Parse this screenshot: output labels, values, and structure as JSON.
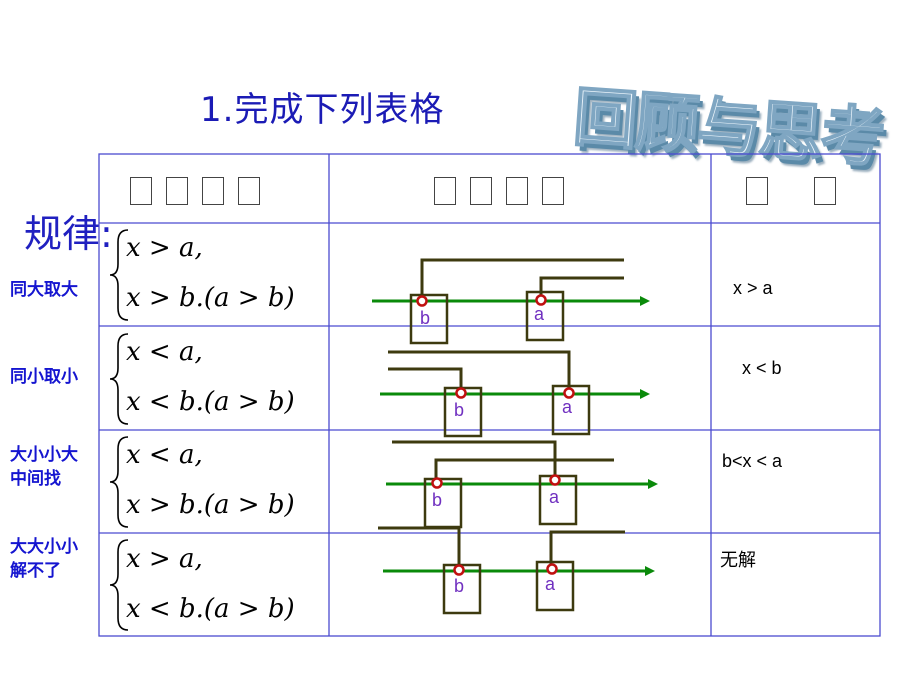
{
  "title": "1.完成下列表格",
  "wordart": "回顾与思考",
  "rule": "规律:",
  "header_boxes": {
    "col1": 4,
    "col2": 4,
    "col3": 2
  },
  "rows": [
    {
      "label": "同大取大",
      "ineq1": "x > a,",
      "ineq2": "x > b.(a > b)",
      "answer": "x > a"
    },
    {
      "label": "同小取小",
      "ineq1": "x < a,",
      "ineq2": "x < b.(a > b)",
      "answer": "x < b"
    },
    {
      "label_line1": "大小小大",
      "label_line2": "中间找",
      "ineq1": "x < a,",
      "ineq2": "x > b.(a > b)",
      "answer": "b<x < a"
    },
    {
      "label_line1": "大大小小",
      "label_line2": "解不了",
      "ineq1": "x > a,",
      "ineq2": "x < b.(a > b)",
      "answer": "无解"
    }
  ],
  "point_b": "b",
  "point_a": "a",
  "colors": {
    "grid": "#4b4bd0",
    "axis": "#0a8a0a",
    "bracket": "#3d3a0f",
    "point": "#c01010",
    "point_label": "#7030c0"
  }
}
